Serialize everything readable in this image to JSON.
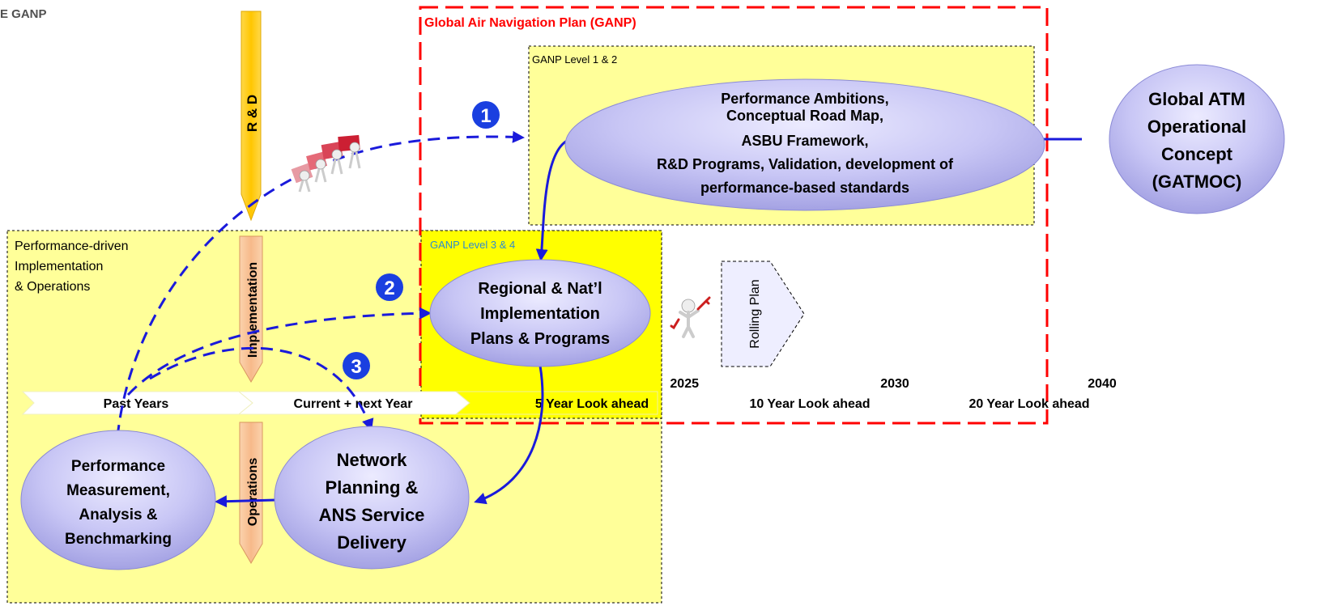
{
  "header_fragment": "E GANP",
  "ganp": {
    "title": "Global Air Navigation Plan (GANP)",
    "level12": "GANP Level 1 & 2",
    "level34": "GANP Level 3 & 4"
  },
  "perf_region": [
    "Performance-driven",
    "Implementation",
    "& Operations"
  ],
  "arrows": {
    "rd": "R & D",
    "implementation": "Implementation",
    "operations": "Operations"
  },
  "ellipses": {
    "performance_ambitions": [
      "Performance Ambitions,",
      "Conceptual Road Map,",
      "ASBU Framework,",
      "R&D Programs, Validation, development of",
      "performance-based standards"
    ],
    "gatmoc": [
      "Global ATM",
      "Operational",
      "Concept",
      "(GATMOC)"
    ],
    "regional": [
      "Regional & Nat’l",
      "Implementation",
      "Plans & Programs"
    ],
    "network": [
      "Network",
      "Planning &",
      "ANS Service",
      "Delivery"
    ],
    "measurement": [
      "Performance",
      "Measurement,",
      "Analysis &",
      "Benchmarking"
    ]
  },
  "badges": [
    "1",
    "2",
    "3"
  ],
  "rolling_plan": "Rolling Plan",
  "timeline": {
    "segments": [
      "Past Years",
      "Current + next Year",
      "5 Year Look ahead",
      "10 Year Look ahead",
      "20 Year Look ahead"
    ],
    "years": [
      "2025",
      "2030",
      "2040"
    ]
  },
  "colors": {
    "ganp_border": "#ff0000",
    "flow_blue": "#1a1adb",
    "badge_blue": "#1a3fe0",
    "region_yellow": "#ffff99",
    "level34_yellow": "#ffff00",
    "rd_arrow": "#ffcc00",
    "phase_arrow": "#fac090",
    "ellipse_fill": "#c5c5f5"
  },
  "icons": [
    "teamwork-figures-icon",
    "worker-with-wrench-icon"
  ]
}
